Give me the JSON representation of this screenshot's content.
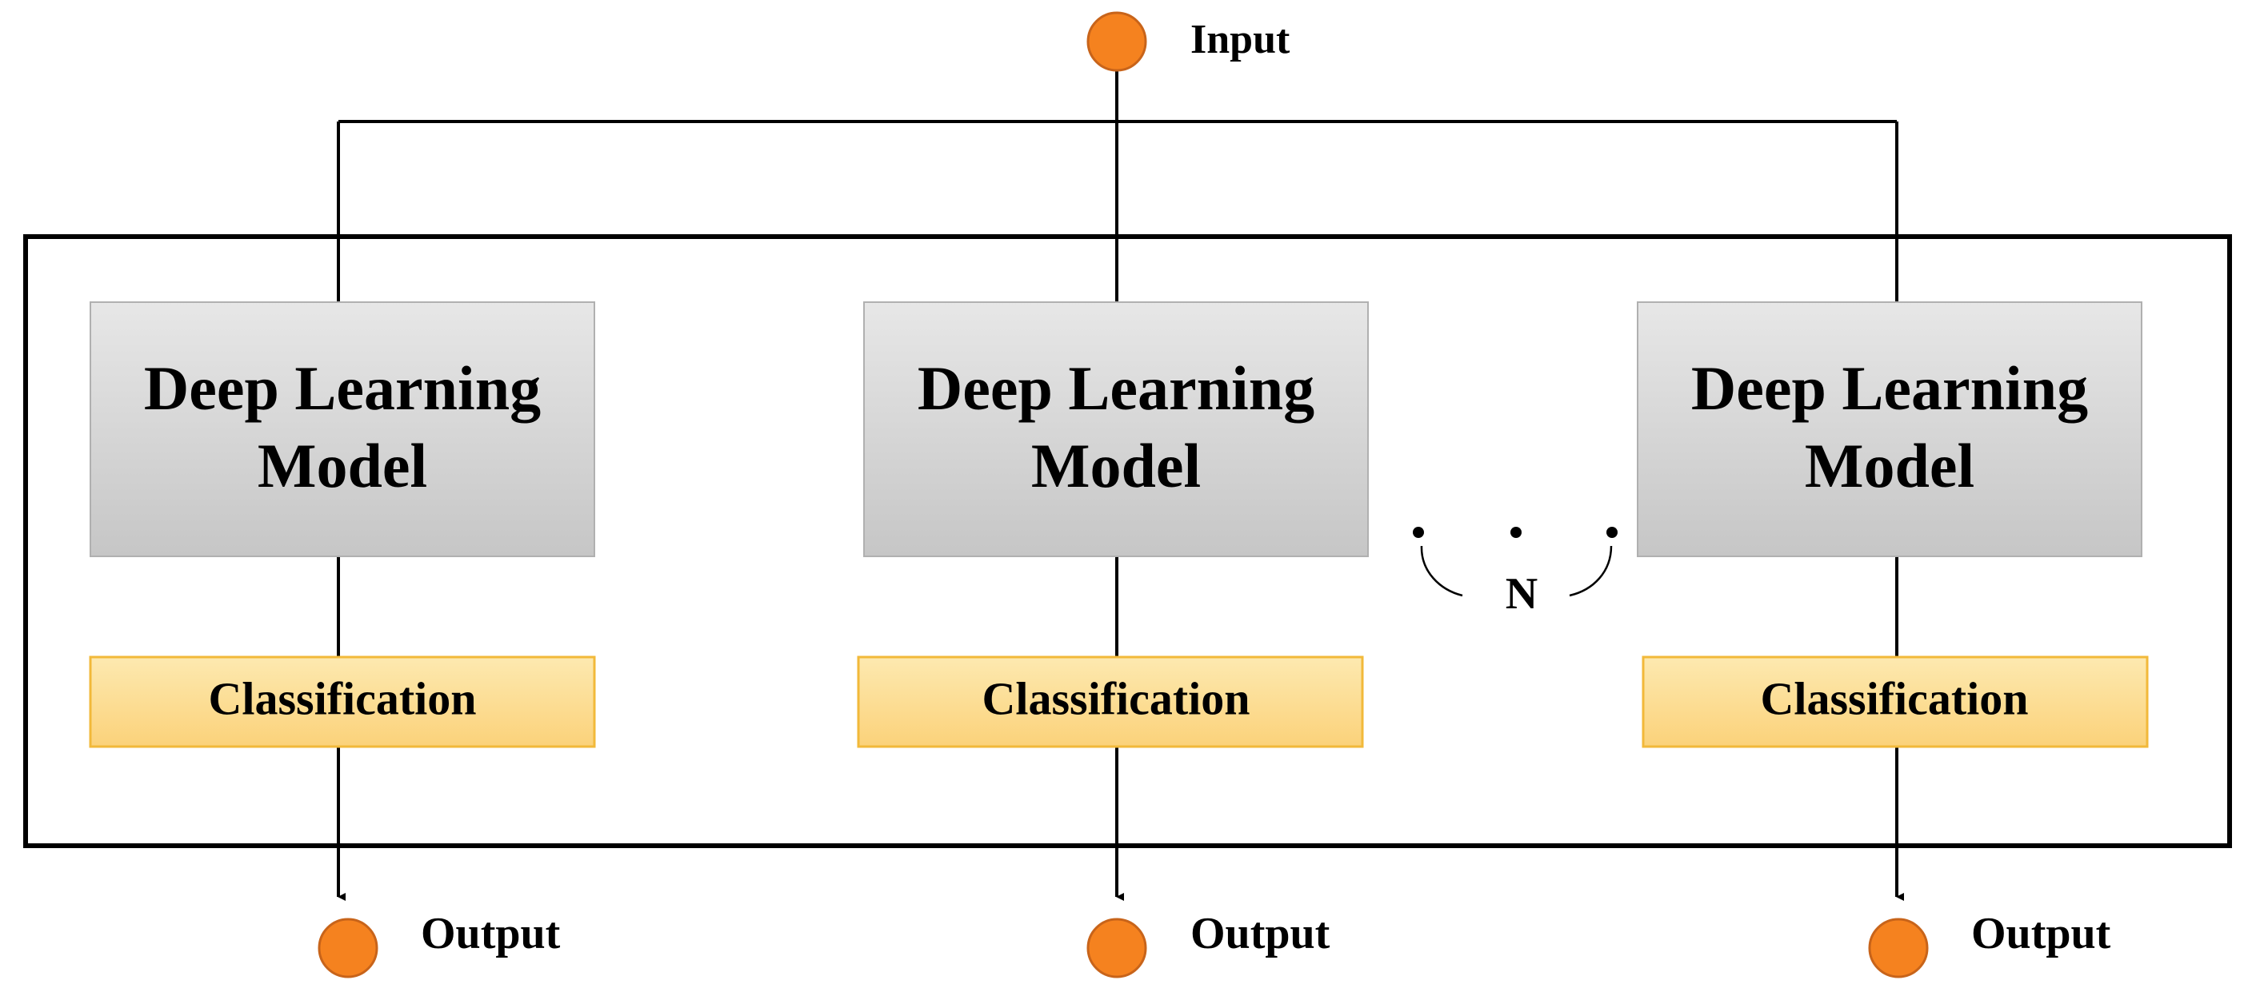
{
  "input": {
    "label": "Input"
  },
  "models": [
    {
      "line1": "Deep Learning",
      "line2": "Model",
      "classification": "Classification",
      "output": "Output"
    },
    {
      "line1": "Deep Learning",
      "line2": "Model",
      "classification": "Classification",
      "output": "Output"
    },
    {
      "line1": "Deep Learning",
      "line2": "Model",
      "classification": "Classification",
      "output": "Output"
    }
  ],
  "repeat_marker": {
    "label": "N"
  },
  "colors": {
    "node_fill": "#f5821f",
    "node_stroke": "#c8641a",
    "model_top": "#e7e7e7",
    "model_bottom": "#c6c6c6",
    "model_stroke": "#b0b0b0",
    "class_top": "#fde9b0",
    "class_bottom": "#fbd27a",
    "class_stroke": "#f2b93a",
    "line": "#000000"
  }
}
